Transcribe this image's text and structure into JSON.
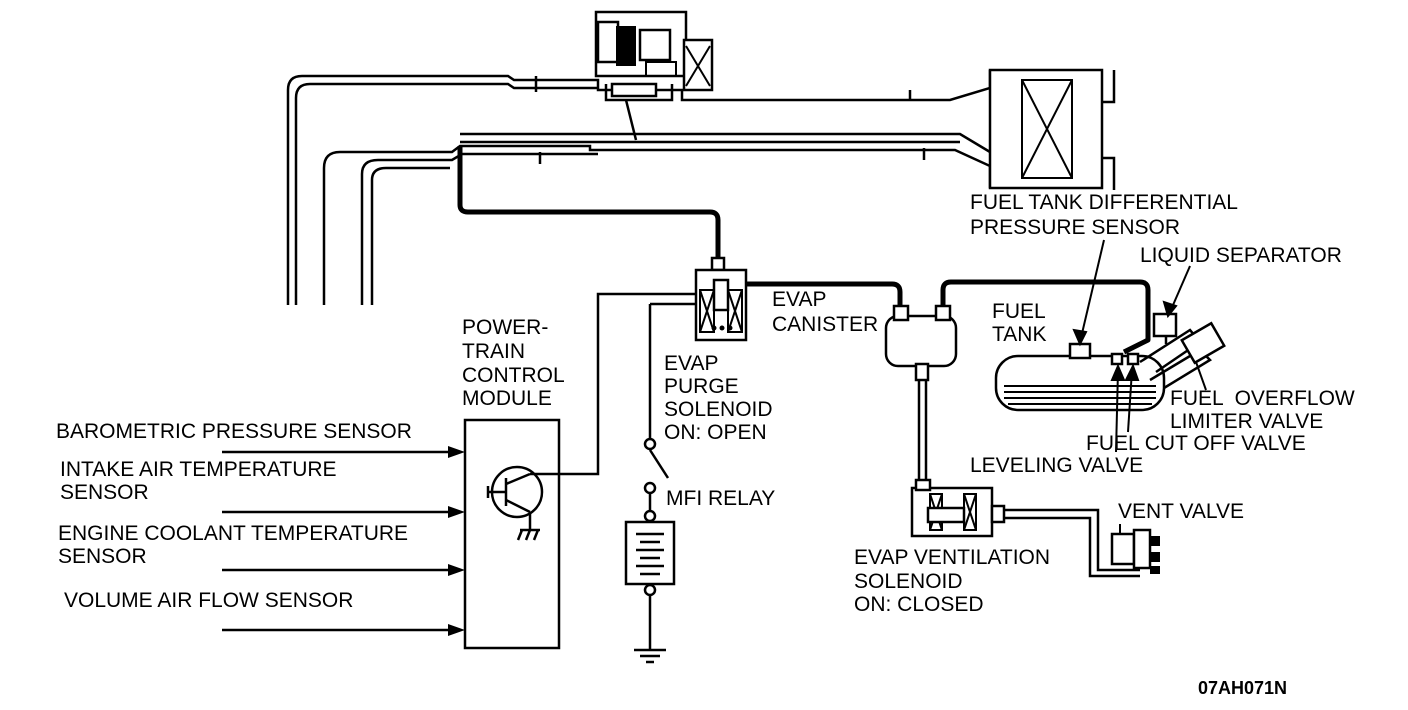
{
  "labels": {
    "fuel_tank_diff_sensor": [
      "FUEL TANK DIFFERENTIAL",
      "PRESSURE SENSOR"
    ],
    "liquid_separator": "LIQUID SEPARATOR",
    "fuel_tank": [
      "FUEL",
      "TANK"
    ],
    "evap_canister": [
      "EVAP",
      "CANISTER"
    ],
    "pcm": [
      "POWER-",
      "TRAIN",
      "CONTROL",
      "MODULE"
    ],
    "purge_solenoid": [
      "EVAP",
      "PURGE",
      "SOLENOID",
      "ON: OPEN"
    ],
    "barometric_sensor": "BAROMETRIC PRESSURE SENSOR",
    "intake_air_temp_sensor": [
      "INTAKE AIR TEMPERATURE",
      "SENSOR"
    ],
    "engine_coolant_temp_sensor": [
      "ENGINE COOLANT TEMPERATURE",
      "SENSOR"
    ],
    "volume_air_flow_sensor": "VOLUME AIR FLOW SENSOR",
    "mfi_relay": "MFI RELAY",
    "fuel_overflow_limiter_valve": [
      "FUEL  OVERFLOW",
      "LIMITER VALVE"
    ],
    "fuel_cut_off_valve": "FUEL CUT OFF VALVE",
    "leveling_valve": "LEVELING VALVE",
    "vent_valve": "VENT VALVE",
    "ventilation_solenoid": [
      "EVAP VENTILATION",
      "SOLENOID",
      "ON: CLOSED"
    ],
    "figure_code": "07AH071N"
  }
}
